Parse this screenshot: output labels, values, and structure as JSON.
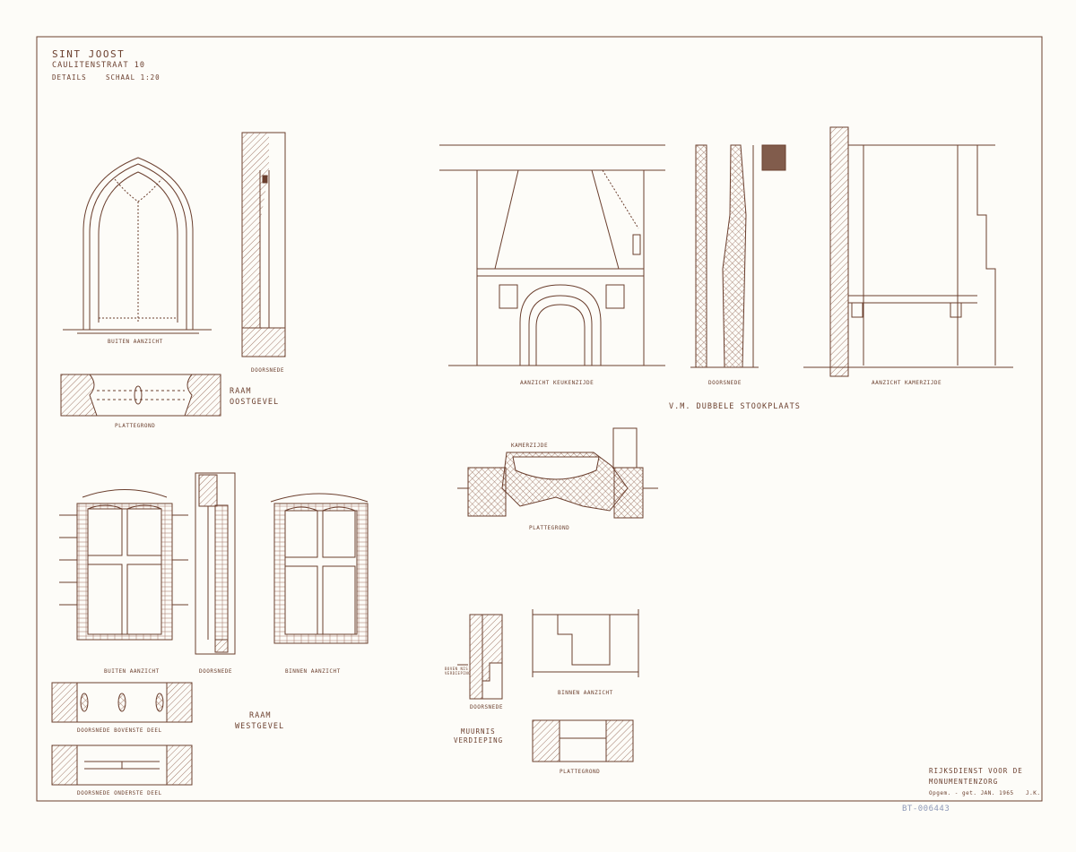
{
  "header": {
    "title": "SINT JOOST",
    "address": "CAULITENSTRAAT 10",
    "details": "DETAILS",
    "scale": "SCHAAL 1:20"
  },
  "raam_oostgevel": {
    "buiten_aanzicht": "BUITEN AANZICHT",
    "doorsnede": "DOORSNEDE",
    "plattegrond": "PLATTEGROND",
    "caption_1": "RAAM",
    "caption_2": "OOSTGEVEL"
  },
  "stookplaats": {
    "aanzicht_keukenzijde": "AANZICHT KEUKENZIJDE",
    "doorsnede": "DOORSNEDE",
    "aanzicht_kamerzijde": "AANZICHT KAMERZIJDE",
    "caption": "V.M. DUBBELE STOOKPLAATS",
    "kamerzijde": "KAMERZIJDE",
    "plattegrond": "PLATTEGROND"
  },
  "raam_westgevel": {
    "buiten_aanzicht": "BUITEN AANZICHT",
    "doorsnede": "DOORSNEDE",
    "binnen_aanzicht": "BINNEN AANZICHT",
    "doorsnede_bovenste": "DOORSNEDE BOVENSTE DEEL",
    "doorsnede_onderste": "DOORSNEDE ONDERSTE DEEL",
    "caption_1": "RAAM",
    "caption_2": "WESTGEVEL"
  },
  "muurnis": {
    "small_note": "BOVEN NIS VERDIEPING",
    "doorsnede": "DOORSNEDE",
    "binnen_aanzicht": "BINNEN AANZICHT",
    "plattegrond": "PLATTEGROND",
    "caption_1": "MUURNIS",
    "caption_2": "VERDIEPING"
  },
  "footer": {
    "org_1": "RIJKSDIENST VOOR DE",
    "org_2": "MONUMENTENZORG",
    "signed": "Opgem. - get. JAN. 1965",
    "initials": "J.K.",
    "stamp": "BT-006443"
  }
}
